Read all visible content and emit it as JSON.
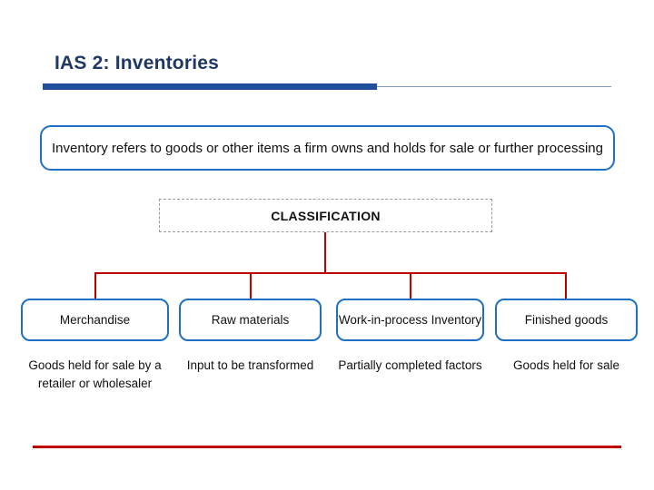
{
  "slide": {
    "title": "IAS 2: Inventories",
    "definition": "Inventory refers to goods or other items a firm owns and holds for sale or further processing",
    "classification_label": "CLASSIFICATION",
    "categories": [
      {
        "label": "Merchandise",
        "description": "Goods held for sale\nby a retailer or wholesaler"
      },
      {
        "label": "Raw materials",
        "description": "Input to be transformed"
      },
      {
        "label": "Work-in-process Inventory",
        "description": "Partially completed factors"
      },
      {
        "label": "Finished goods",
        "description": "Goods held for sale"
      }
    ],
    "colors": {
      "title_text": "#1F3864",
      "title_bar": "#1F4E9C",
      "box_border": "#1F6FC4",
      "connector": "#C00000",
      "bottom_rule": "#C00000",
      "dashed_border": "#9A9A9A"
    }
  }
}
